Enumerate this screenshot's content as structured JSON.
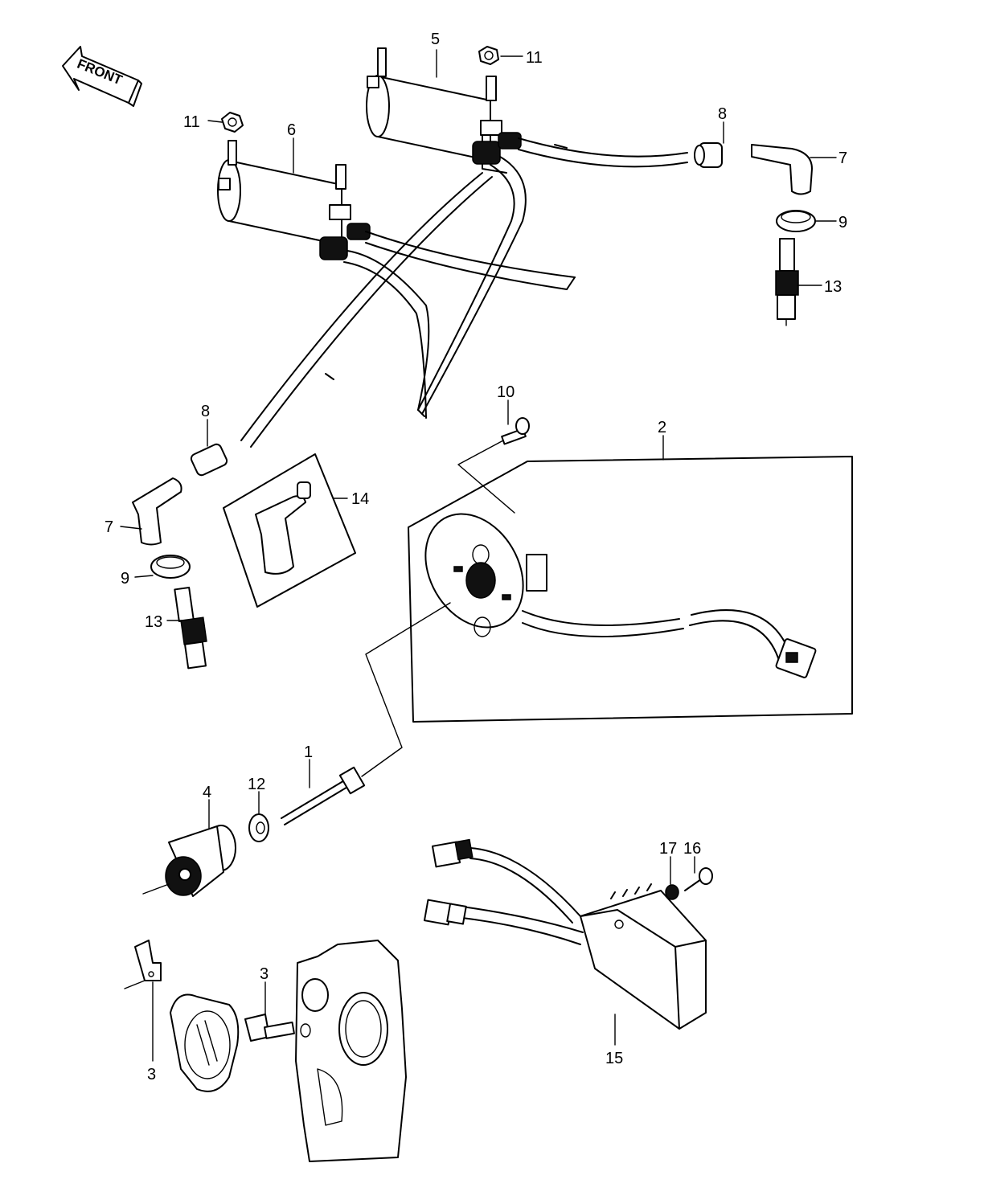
{
  "front_label": "FRONT",
  "callouts": {
    "c1": "1",
    "c2": "2",
    "c3a": "3",
    "c3b": "3",
    "c4": "4",
    "c5": "5",
    "c6": "6",
    "c7a": "7",
    "c7b": "7",
    "c8a": "8",
    "c8b": "8",
    "c9a": "9",
    "c9b": "9",
    "c10": "10",
    "c11a": "11",
    "c11b": "11",
    "c12": "12",
    "c13a": "13",
    "c13b": "13",
    "c14": "14",
    "c15": "15",
    "c16": "16",
    "c17": "17"
  }
}
